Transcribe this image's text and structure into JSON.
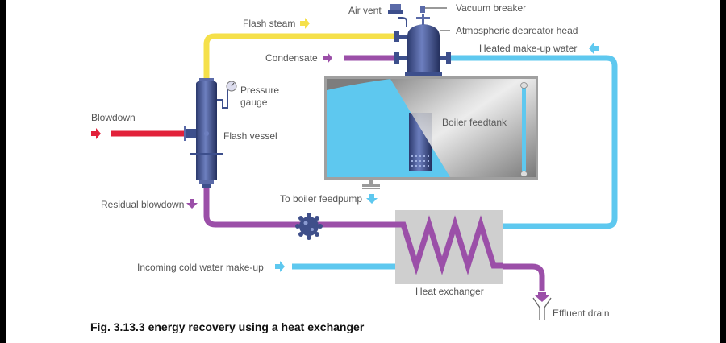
{
  "figure": {
    "caption": "Fig. 3.13.3 energy recovery using a heat exchanger",
    "labels": {
      "air_vent": "Air vent",
      "vacuum_breaker": "Vacuum breaker",
      "flash_steam": "Flash steam",
      "atmospheric_deaerator_head": "Atmospheric deareator head",
      "condensate": "Condensate",
      "heated_makeup_water": "Heated make-up water",
      "pressure_gauge_line1": "Pressure",
      "pressure_gauge_line2": "gauge",
      "blowdown": "Blowdown",
      "flash_vessel": "Flash vessel",
      "boiler_feedtank": "Boiler feedtank",
      "residual_blowdown": "Residual blowdown",
      "to_boiler_feedpump": "To boiler feedpump",
      "incoming_cold_water": "Incoming cold water make-up",
      "heat_exchanger": "Heat exchanger",
      "effluent_drain": "Effluent drain"
    },
    "colors": {
      "steam": "#f5e04a",
      "condensate": "#9b4fa8",
      "water": "#5ec8ef",
      "blowdown": "#e2213a",
      "vessel": "#3d4f8c",
      "tank_gray": "#a8a8a8",
      "exchanger_box": "#cfcfcf"
    }
  }
}
